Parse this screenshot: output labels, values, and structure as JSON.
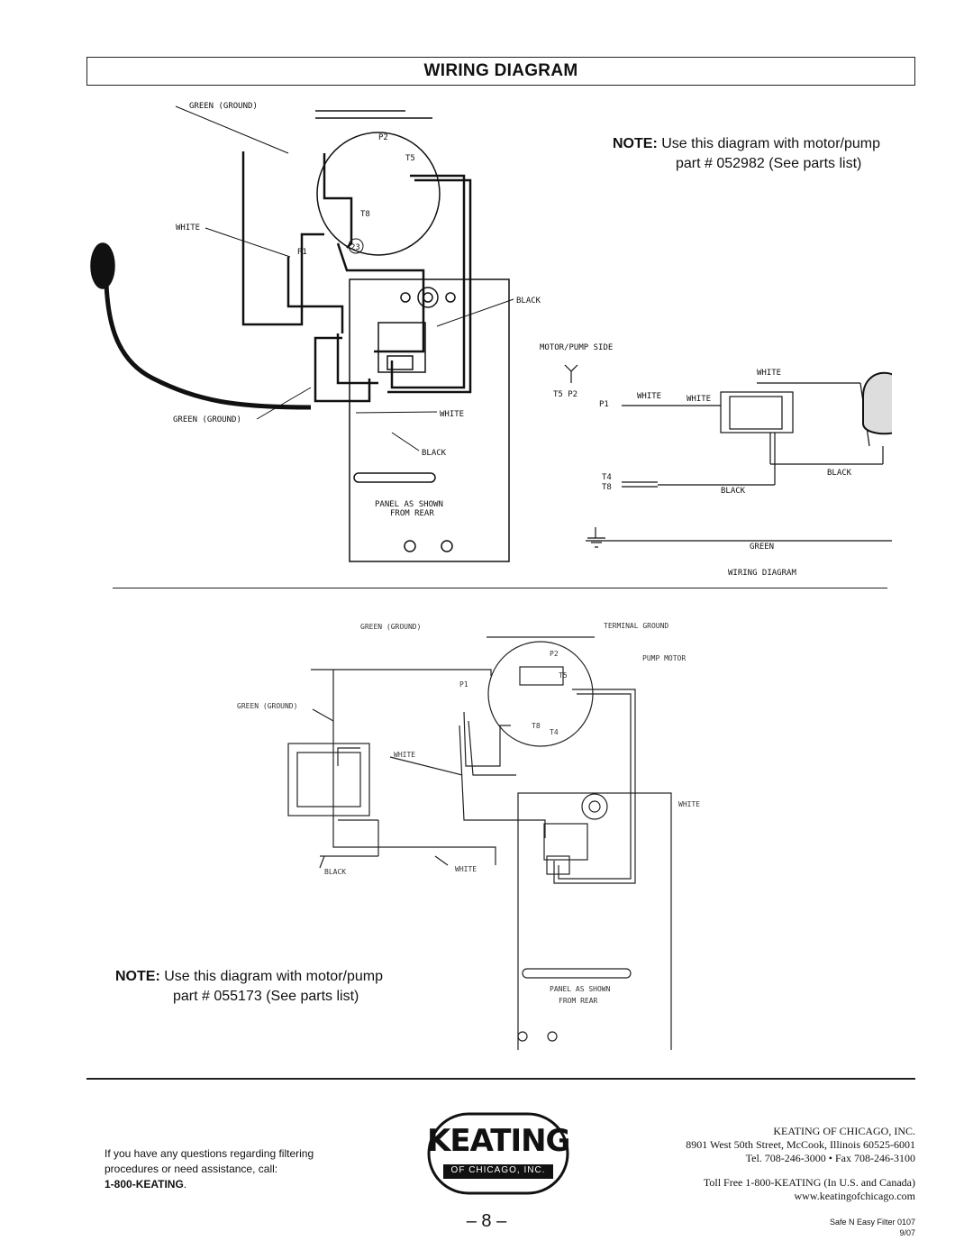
{
  "title": "WIRING DIAGRAM",
  "diagram1": {
    "note_label": "NOTE:",
    "note_line1": "Use this diagram with motor/pump",
    "note_line2": "part # 052982 (See parts list)",
    "labels": {
      "green_ground_top": "GREEN (GROUND)",
      "p2": "P2",
      "t5": "T5",
      "t8": "T8",
      "white": "WHITE",
      "p1": "P1",
      "n23": "23",
      "black_right": "BLACK",
      "green_ground_bottom": "GREEN (GROUND)",
      "white_bottom": "WHITE",
      "black_bottom": "BLACK",
      "panel1": "PANEL AS SHOWN",
      "panel2": "FROM REAR"
    },
    "schematic": {
      "motor_pump_side": "MOTOR/PUMP SIDE",
      "t5p2": "T5  P2",
      "p1": "P1",
      "white1": "WHITE",
      "white2": "WHITE",
      "white3": "WHITE",
      "t4": "T4",
      "t8": "T8",
      "black1": "BLACK",
      "black2": "BLACK",
      "green": "GREEN",
      "caption": "WIRING DIAGRAM"
    }
  },
  "diagram2": {
    "note_label": "NOTE:",
    "note_line1": "Use this diagram with motor/pump",
    "note_line2": "part # 055173 (See parts list)",
    "labels": {
      "green_ground_top": "GREEN (GROUND)",
      "terminal_ground": "TERMINAL GROUND",
      "p2": "P2",
      "pump_motor": "PUMP MOTOR",
      "p1": "P1",
      "t5": "T5",
      "green_ground_left": "GREEN (GROUND)",
      "t8": "T8",
      "t4": "T4",
      "white_mid": "WHITE",
      "white_right": "WHITE",
      "black": "BLACK",
      "white_bottom": "WHITE",
      "panel1": "PANEL AS SHOWN",
      "panel2": "FROM REAR"
    }
  },
  "footer": {
    "question_line1": "If you have any questions regarding filtering",
    "question_line2": "procedures or need assistance, call:",
    "phone_bold": "1-800-KEATING",
    "phone_suffix": ".",
    "logo_main": "KEATING",
    "logo_sub": "OF CHICAGO, INC.",
    "company": "KEATING OF CHICAGO, INC.",
    "address": "8901 West 50th Street, McCook, Illinois 60525-6001",
    "tel": "Tel. 708-246-3000 • Fax 708-246-3100",
    "tollfree": "Toll Free 1-800-KEATING (In U.S. and Canada)",
    "website": "www.keatingofchicago.com",
    "page_number": "– 8 –",
    "doc_id": "Safe N Easy Filter 0107",
    "doc_date": "9/07"
  }
}
